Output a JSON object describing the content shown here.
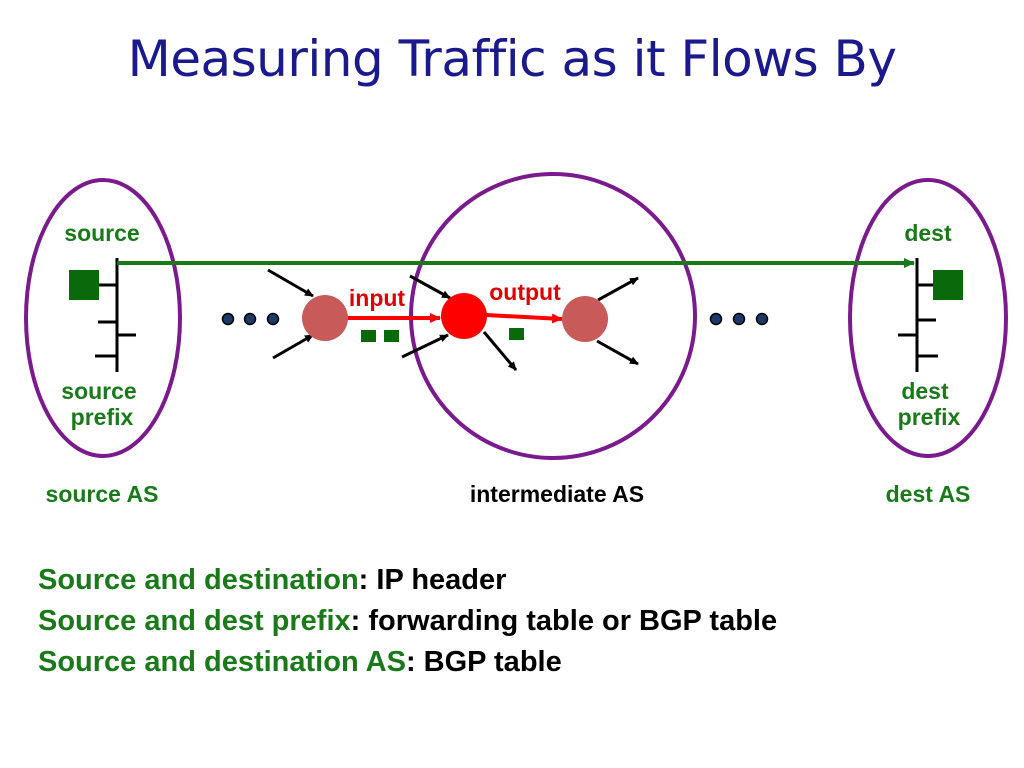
{
  "title": "Measuring Traffic as it Flows By",
  "diagram": {
    "source_label": "source",
    "source_prefix_label_1": "source",
    "source_prefix_label_2": "prefix",
    "source_as_label": "source AS",
    "dest_label": "dest",
    "dest_prefix_label_1": "dest",
    "dest_prefix_label_2": "prefix",
    "dest_as_label": "dest AS",
    "intermediate_as_label": "intermediate AS",
    "input_label": "input",
    "output_label": "output",
    "colors": {
      "as_boundary": "#7a1a8c",
      "flow_line": "#1a7a1a",
      "router": "#c85a5a",
      "active_router": "#ff0000",
      "link_arrow": "#ff0000",
      "packet": "#0a6a0a",
      "ellipsis_dot": "#1a3a6a"
    }
  },
  "legend": [
    {
      "term": "Source and destination",
      "desc": ": IP header"
    },
    {
      "term": "Source and dest prefix",
      "desc": ": forwarding table or BGP table"
    },
    {
      "term": "Source and destination AS",
      "desc": ": BGP table"
    }
  ]
}
